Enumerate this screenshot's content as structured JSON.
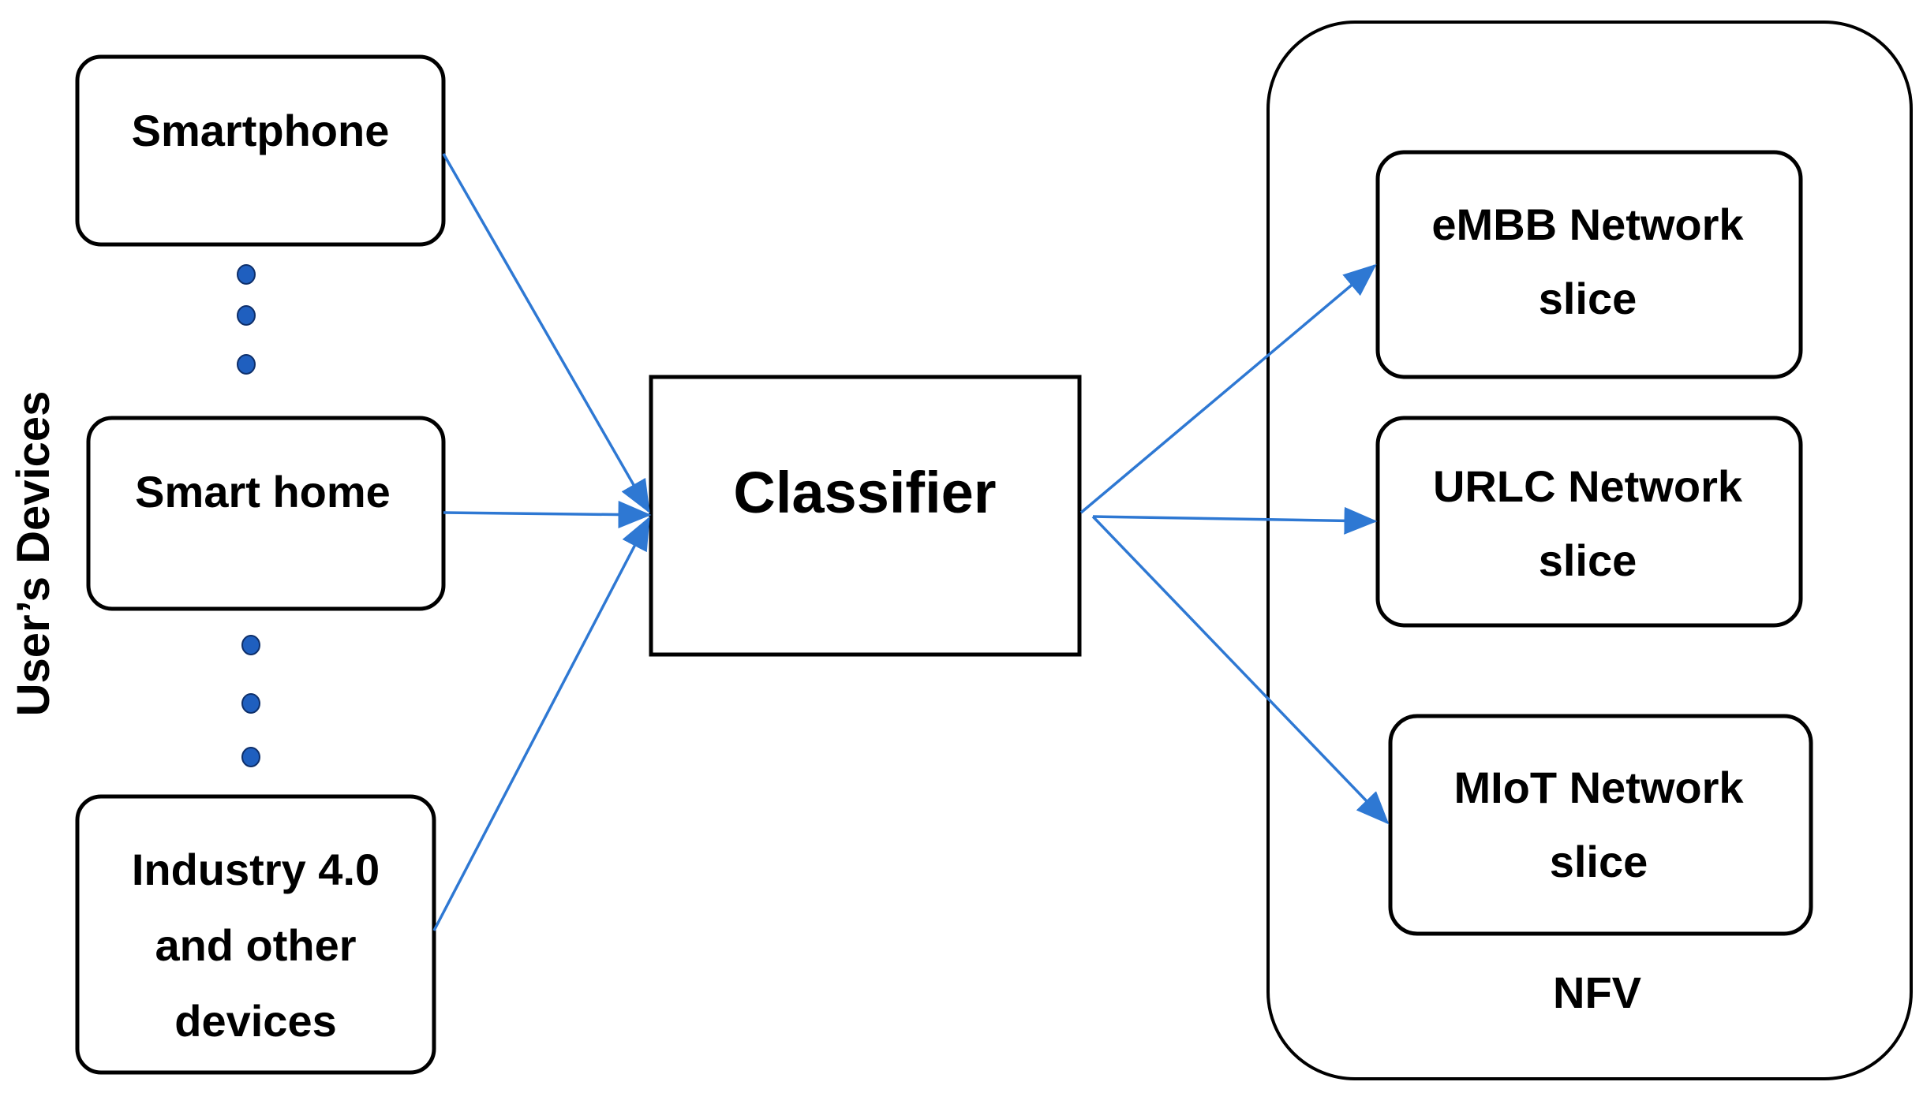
{
  "side_label": "User’s Devices",
  "devices": [
    {
      "lines": [
        "Smartphone"
      ]
    },
    {
      "lines": [
        "Smart home"
      ]
    },
    {
      "lines": [
        "Industry 4.0",
        "and other",
        "devices"
      ]
    }
  ],
  "classifier": {
    "label": "Classifier"
  },
  "nfv": {
    "label": "NFV",
    "slices": [
      {
        "lines": [
          "eMBB Network",
          "slice"
        ]
      },
      {
        "lines": [
          "URLC Network",
          "slice"
        ]
      },
      {
        "lines": [
          "MIoT Network",
          "slice"
        ]
      }
    ]
  },
  "colors": {
    "arrow": "#2e78d3",
    "dot": "#1f5fbf"
  }
}
